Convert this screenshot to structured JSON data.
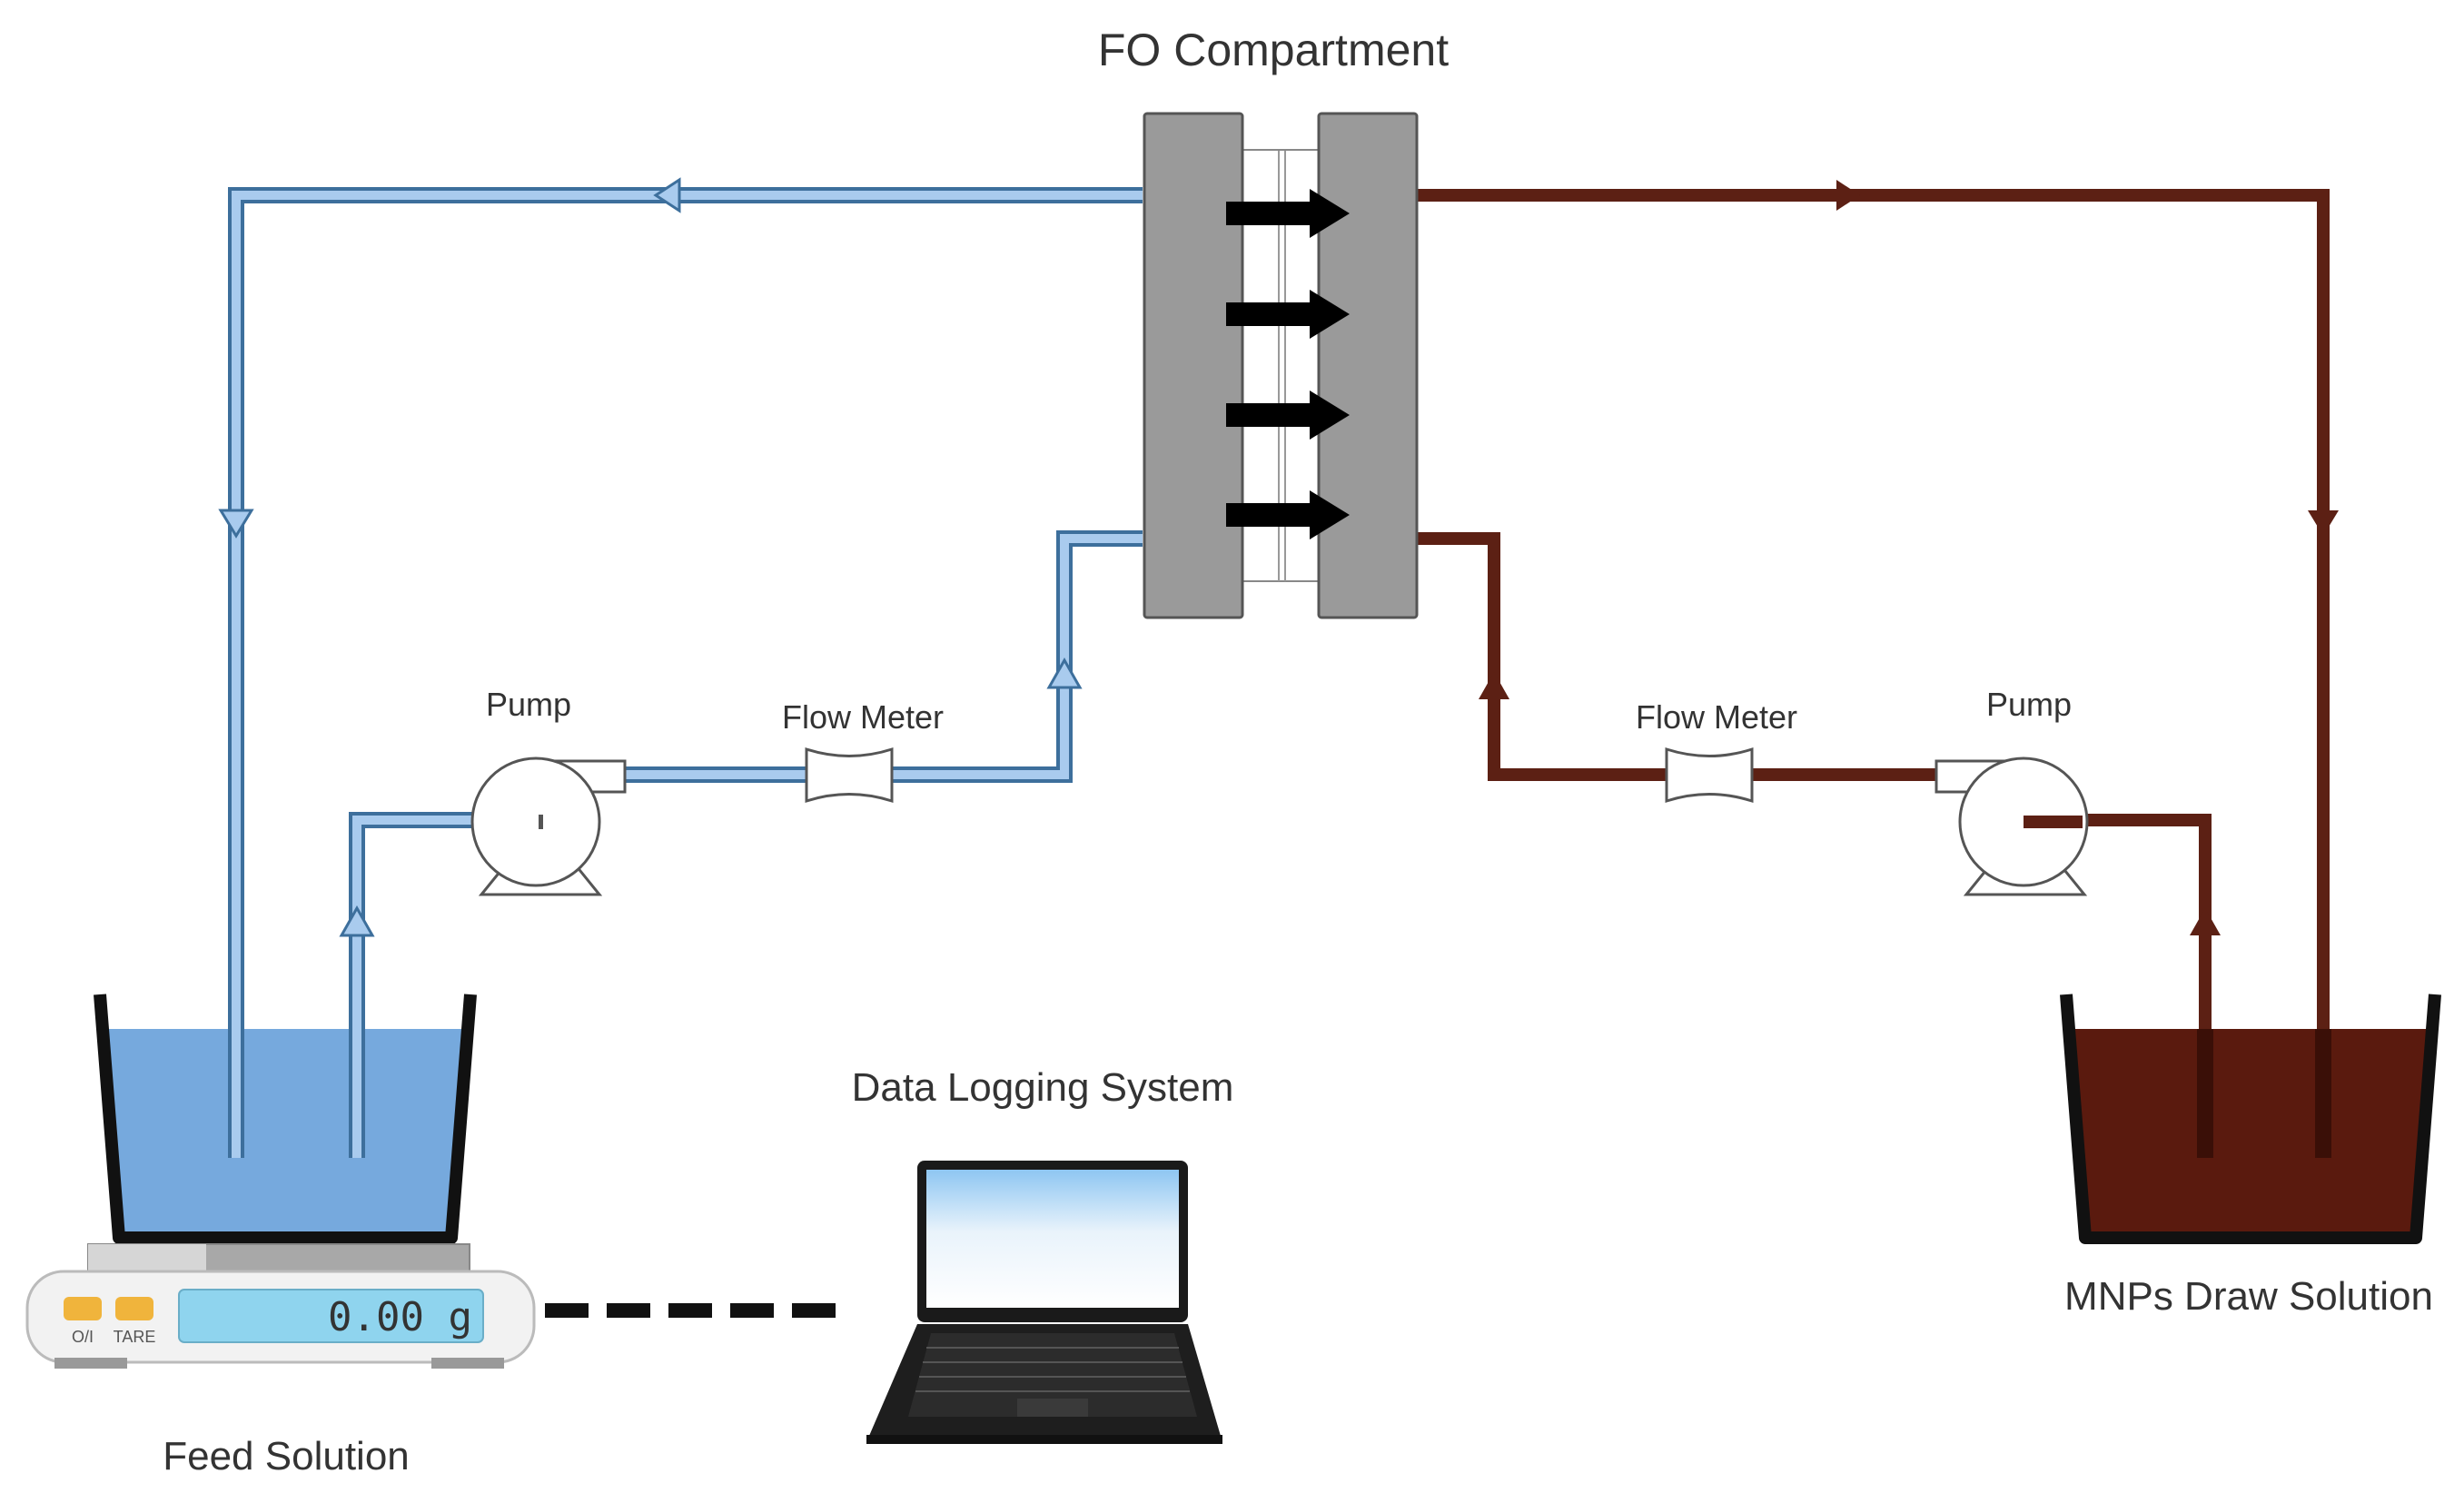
{
  "labels": {
    "fo_compartment": "FO Compartment",
    "feed_pump": "Pump",
    "feed_flow_meter": "Flow Meter",
    "draw_flow_meter": "Flow Meter",
    "draw_pump": "Pump",
    "data_logging": "Data Logging System",
    "feed_solution": "Feed Solution",
    "draw_solution": "MNPs Draw Solution"
  },
  "balance": {
    "display": "0.00 g",
    "button_onoff": "O/I",
    "button_tare": "TARE"
  },
  "colors": {
    "feed_line": "#8ab4e0",
    "feed_liquid": "#76a9dd",
    "draw_line": "#5c2014",
    "draw_liquid": "#5a1a0e",
    "membrane_plate": "#9a9a9a"
  }
}
